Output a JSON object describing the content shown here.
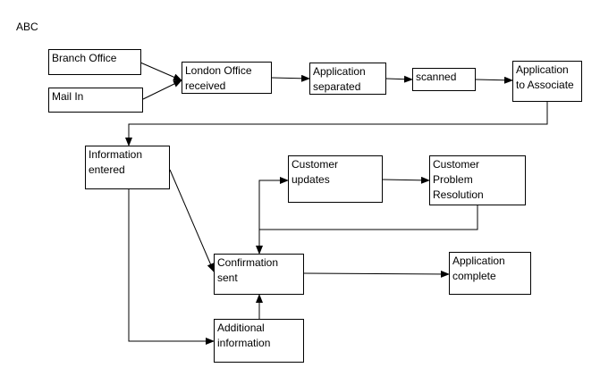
{
  "diagram": {
    "title": "ABC",
    "nodes": [
      {
        "id": "branch",
        "label": "Branch Office"
      },
      {
        "id": "mail",
        "label": "Mail In"
      },
      {
        "id": "london",
        "label": "London Office\nreceived"
      },
      {
        "id": "separated",
        "label": "Application\nseparated"
      },
      {
        "id": "scanned",
        "label": "scanned"
      },
      {
        "id": "associate",
        "label": "Application\nto Associate"
      },
      {
        "id": "entered",
        "label": "Information\nentered"
      },
      {
        "id": "custupdates",
        "label": "Customer\nupdates"
      },
      {
        "id": "custresolution",
        "label": "Customer\nProblem\nResolution"
      },
      {
        "id": "confirmation",
        "label": "Confirmation\nsent"
      },
      {
        "id": "complete",
        "label": "Application\ncomplete"
      },
      {
        "id": "additional",
        "label": "Additional\ninformation"
      }
    ],
    "edges": [
      {
        "from": "branch",
        "to": "london"
      },
      {
        "from": "mail",
        "to": "london"
      },
      {
        "from": "london",
        "to": "separated"
      },
      {
        "from": "separated",
        "to": "scanned"
      },
      {
        "from": "scanned",
        "to": "associate"
      },
      {
        "from": "associate",
        "to": "entered"
      },
      {
        "from": "entered",
        "to": "confirmation"
      },
      {
        "from": "entered",
        "to": "additional"
      },
      {
        "from": "additional",
        "to": "confirmation"
      },
      {
        "from": "confirmation",
        "to": "complete"
      },
      {
        "from": "confirmation",
        "to": "custupdates"
      },
      {
        "from": "custupdates",
        "to": "custresolution"
      },
      {
        "from": "custresolution",
        "to": "confirmation"
      }
    ]
  }
}
